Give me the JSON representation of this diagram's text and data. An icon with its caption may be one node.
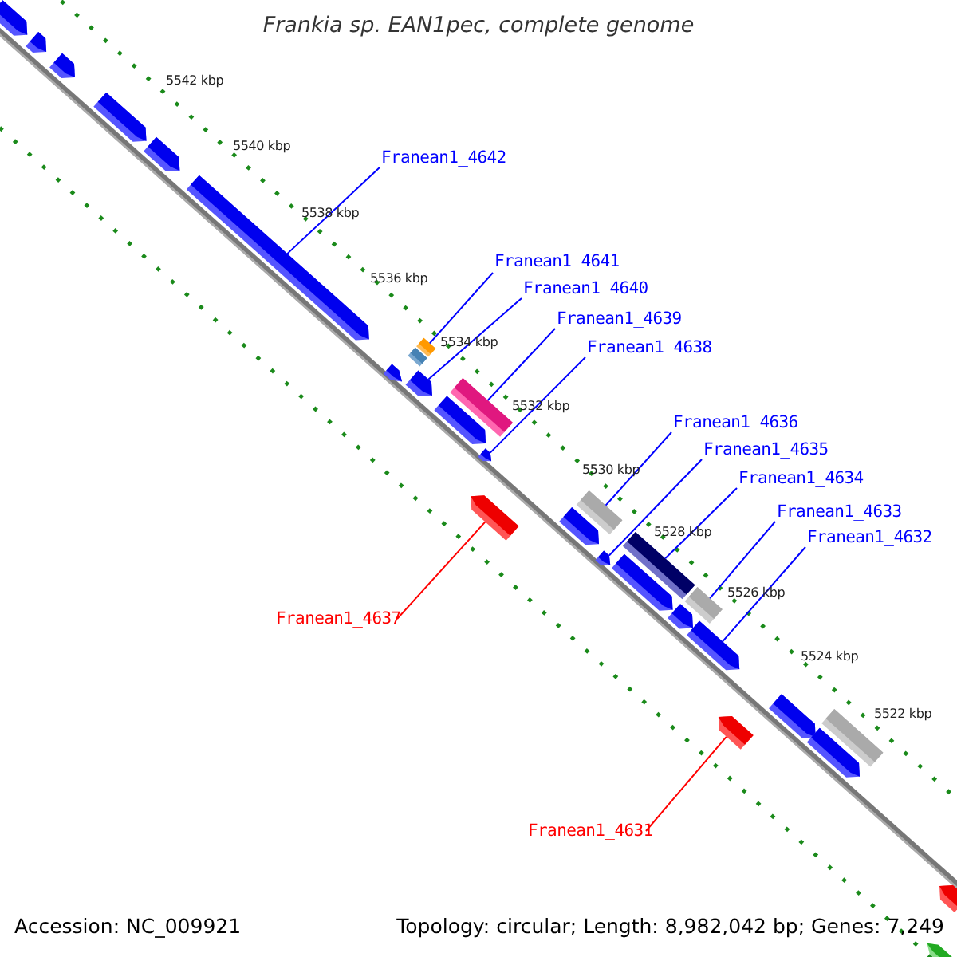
{
  "diagram": {
    "title": "Frankia sp. EAN1pec, complete genome",
    "nodes": [
      {
        "text": [
          "Franean1_4642"
        ]
      },
      {
        "text": [
          "Franean1_4641"
        ]
      },
      {
        "text": [
          "Franean1_4640"
        ]
      },
      {
        "text": [
          "Franean1_4639"
        ]
      },
      {
        "text": [
          "Franean1_4638"
        ]
      },
      {
        "text": [
          "Franean1_4636"
        ]
      },
      {
        "text": [
          "Franean1_4635"
        ]
      },
      {
        "text": [
          "Franean1_4634"
        ]
      },
      {
        "text": [
          "Franean1_4633"
        ]
      },
      {
        "text": [
          "Franean1_4632"
        ]
      },
      {
        "text": [
          "Franean1_4637"
        ]
      },
      {
        "text": [
          "Franean1_4631"
        ]
      },
      {
        "text": [],
        "shape": "arrow"
      },
      {
        "text": [],
        "shape": "arrow"
      },
      {
        "text": [],
        "shape": "arrow"
      },
      {
        "text": [],
        "shape": "arrow"
      },
      {
        "text": [],
        "shape": "arrow"
      },
      {
        "text": [],
        "shape": "arrow"
      },
      {
        "text": [],
        "shape": "arrow"
      },
      {
        "text": [],
        "shape": "box"
      },
      {
        "text": [],
        "shape": "box"
      },
      {
        "text": [],
        "shape": "arrow"
      },
      {
        "text": [],
        "shape": "arrow"
      },
      {
        "text": [],
        "shape": "box"
      },
      {
        "text": [],
        "shape": "arrow"
      },
      {
        "text": [],
        "shape": "arrow"
      },
      {
        "text": [],
        "shape": "arrow"
      },
      {
        "text": [],
        "shape": "box"
      },
      {
        "text": [],
        "shape": "arrow"
      },
      {
        "text": [],
        "shape": "box"
      },
      {
        "text": [],
        "shape": "arrow"
      },
      {
        "text": [],
        "shape": "arrow"
      },
      {
        "text": [],
        "shape": "box"
      },
      {
        "text": [],
        "shape": "arrow"
      },
      {
        "text": [],
        "shape": "arrow"
      },
      {
        "text": [],
        "shape": "arrow"
      },
      {
        "text": [],
        "shape": "box"
      },
      {
        "text": [],
        "shape": "arrow"
      },
      {
        "text": [],
        "shape": "arrow"
      },
      {
        "text": [],
        "shape": "arrow"
      }
    ],
    "edges": [
      {
        "from": 0,
        "to": 17,
        "arrow": "none"
      },
      {
        "from": 1,
        "to": 19,
        "arrow": "none"
      },
      {
        "from": 2,
        "to": 21,
        "arrow": "none"
      },
      {
        "from": 3,
        "to": 23,
        "arrow": "none"
      },
      {
        "from": 4,
        "to": 24,
        "arrow": "none"
      },
      {
        "from": 5,
        "to": 27,
        "arrow": "none"
      },
      {
        "from": 6,
        "to": 28,
        "arrow": "none"
      },
      {
        "from": 7,
        "to": 29,
        "arrow": "none"
      },
      {
        "from": 8,
        "to": 32,
        "arrow": "none"
      },
      {
        "from": 9,
        "to": 33,
        "arrow": "none"
      },
      {
        "from": 10,
        "to": 25,
        "arrow": "none",
        "color": "#ff0000"
      },
      {
        "from": 11,
        "to": 34,
        "arrow": "none",
        "color": "#ff0000"
      }
    ],
    "labels": [
      "5542 kbp",
      "5540 kbp",
      "5538 kbp",
      "5536 kbp",
      "5534 kbp",
      "5532 kbp",
      "5530 kbp",
      "5528 kbp",
      "5526 kbp",
      "5524 kbp",
      "5522 kbp",
      "Accession: NC_009921",
      "Topology: circular; Length: 8,982,042 bp; Genes: 7,249"
    ]
  }
}
